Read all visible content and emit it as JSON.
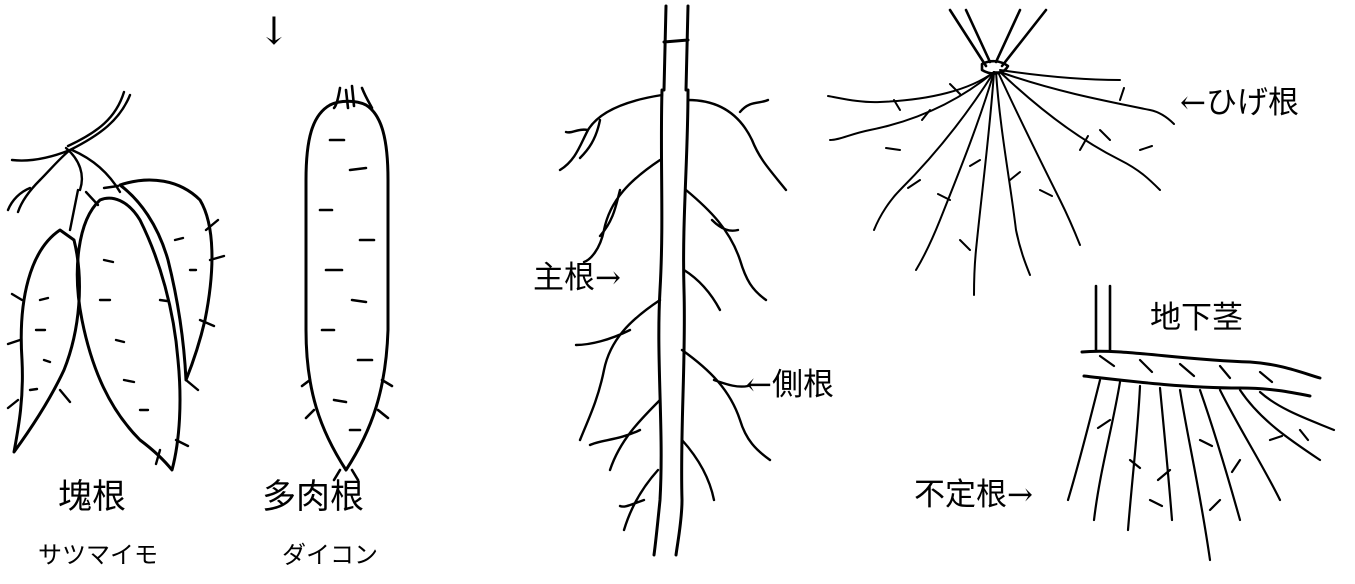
{
  "labels": {
    "top_arrow": "↓",
    "tuberous_root": "塊根",
    "sweet_potato": "サツマイモ",
    "fleshy_root": "多肉根",
    "daikon": "ダイコン",
    "main_root": "主根→",
    "lateral_root": "←側根",
    "fibrous_root": "←ひげ根",
    "rhizome": "地下茎",
    "adventitious_root": "不定根→"
  },
  "colors": {
    "ink": "#000000",
    "background": "#ffffff"
  }
}
